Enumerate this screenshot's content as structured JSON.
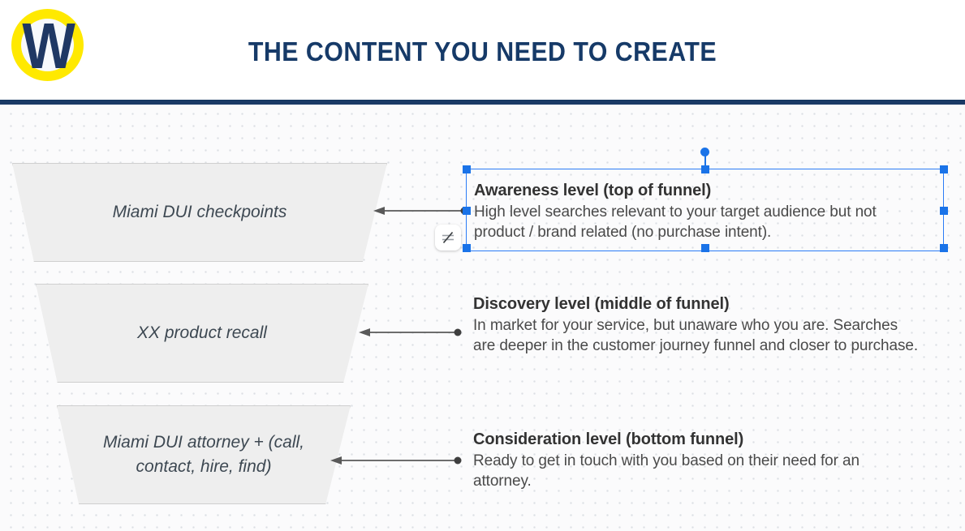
{
  "header": {
    "logo_letter": "W",
    "logo_ring_color": "#ffe900",
    "logo_letter_color": "#1f3864",
    "title": "THE CONTENT YOU NEED TO CREATE",
    "title_color": "#163a68",
    "rule_color": "#1b3a66"
  },
  "canvas": {
    "background_color": "#fbfbfc",
    "dot_color": "#dcdfe4",
    "shape_fill": "#eeeeee",
    "shape_stroke": "#cfcfcf",
    "connector_color": "#595959",
    "selection_color": "#1a73e8"
  },
  "funnel_stages": [
    {
      "id": "awareness",
      "shape_label": "Miami DUI checkpoints",
      "title": "Awareness level (top of funnel)",
      "body": "High level searches relevant to your target audience but not product / brand related (no purchase intent).",
      "selected": true
    },
    {
      "id": "discovery",
      "shape_label": "XX product recall",
      "title": "Discovery level (middle of funnel)",
      "body": "In market for your service, but unaware who you are. Searches are deeper in the customer journey funnel and closer to purchase.",
      "selected": false
    },
    {
      "id": "consideration",
      "shape_label": "Miami DUI attorney + (call, contact, hire, find)",
      "title": "Consideration level (bottom funnel)",
      "body": "Ready to get in touch with you based on their need for an attorney.",
      "selected": false
    }
  ],
  "toolbar": {
    "edit_waypoint_icon": "waypoint-edit-icon"
  }
}
